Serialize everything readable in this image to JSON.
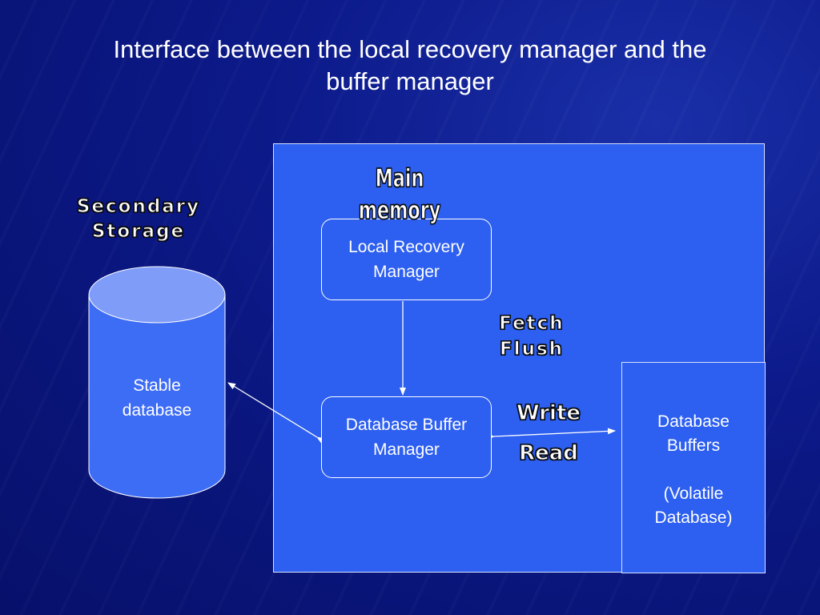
{
  "slide": {
    "title": "Interface between the local recovery manager and the\nbuffer manager"
  },
  "labels": {
    "main_memory": "Main memory",
    "secondary_storage": "Secondary\nStorage",
    "fetch_flush": "Fetch\nFlush",
    "write": "Write",
    "read": "Read"
  },
  "nodes": {
    "local_recovery_manager": "Local Recovery\nManager",
    "database_buffer_manager": "Database Buffer\nManager",
    "stable_database": "Stable\ndatabase",
    "database_buffers": "Database\nBuffers\n\n(Volatile\nDatabase)"
  },
  "colors": {
    "background": "#0c1a8a",
    "main_memory_fill": "#2d5ff0",
    "cylinder_fill": "#3d6cf5",
    "cylinder_top": "#7f9cf8"
  }
}
